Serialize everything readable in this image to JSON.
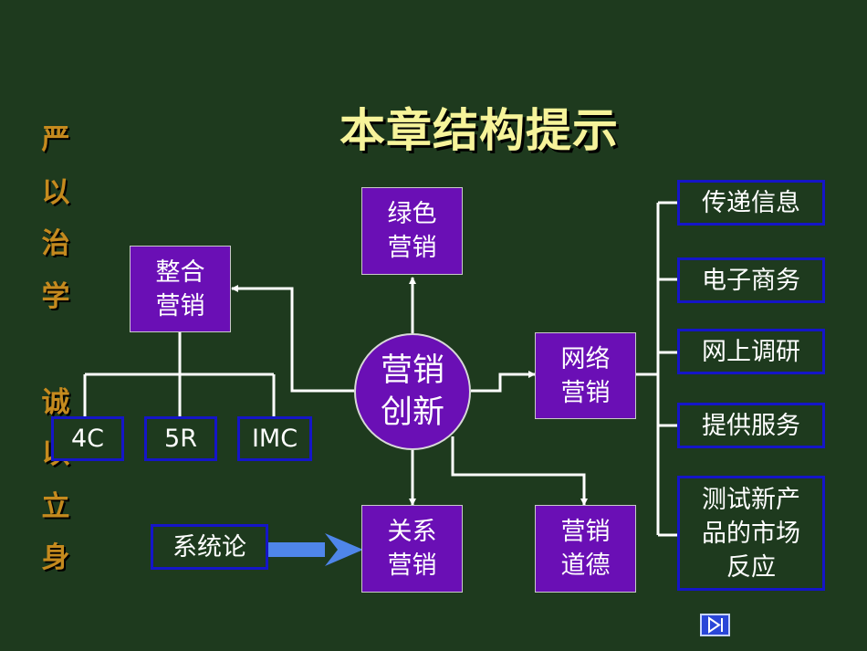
{
  "title": "本章结构提示",
  "side_text": [
    "严",
    "以",
    "治",
    "学",
    "诚",
    "以",
    "立",
    "身"
  ],
  "center": "营销\n创新",
  "nodes": {
    "green": "绿色\n营销",
    "integrated": "整合\n营销",
    "network": "网络\n营销",
    "relation": "关系\n营销",
    "ethics": "营销\n道德"
  },
  "integrated_items": [
    "4C",
    "5R",
    "IMC"
  ],
  "system_theory": "系统论",
  "network_items": [
    "传递信息",
    "电子商务",
    "网上调研",
    "提供服务",
    "测试新产\n品的市场\n反应"
  ],
  "nav_icon": "next-page-icon",
  "colors": {
    "background": "#1e3a1e",
    "title": "#f6f39a",
    "side_text": "#c58a1e",
    "node_fill": "#6a0fb5",
    "blue_border": "#1515c8",
    "arrow": "#4f86ea"
  }
}
